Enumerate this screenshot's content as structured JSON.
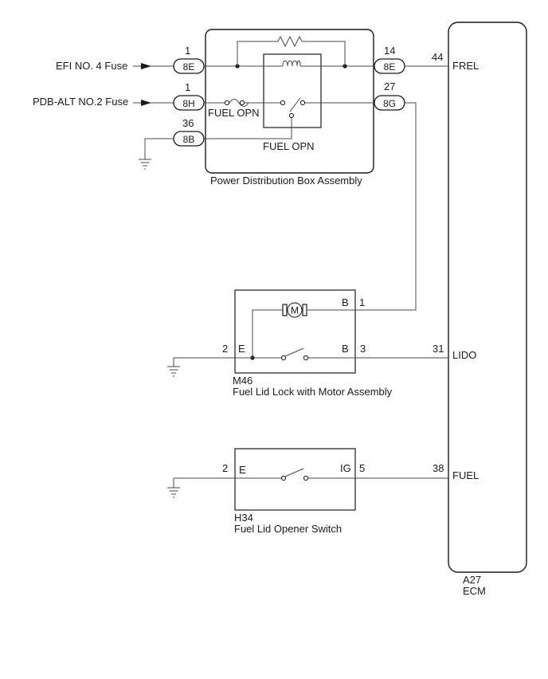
{
  "pdb": {
    "name": "Power Distribution Box Assembly",
    "relay_label": "FUEL OPN",
    "fuse_label": "FUEL OPN"
  },
  "inputs": {
    "efi_fuse": "EFI NO. 4 Fuse",
    "pdb_alt_fuse": "PDB-ALT NO.2 Fuse"
  },
  "connectors": {
    "left_top": "8E",
    "left_mid": "8H",
    "left_bot": "8B",
    "right_top": "8E",
    "right_mid": "8G"
  },
  "pins": {
    "left_top": "1",
    "left_mid": "1",
    "left_bot": "36",
    "right_top": "14",
    "right_mid": "27",
    "ecm_frel": "44",
    "motor_b": "1",
    "motor_e": "2",
    "motor_b2": "3",
    "ecm_lido": "31",
    "sw_e": "2",
    "sw_ig": "5",
    "ecm_fuel": "38"
  },
  "motor_assembly": {
    "code": "M46",
    "name": "Fuel Lid Lock with Motor Assembly",
    "terminal_b_top": "B",
    "terminal_e": "E",
    "terminal_b_bottom": "B",
    "motor_symbol": "M"
  },
  "opener_switch": {
    "code": "H34",
    "name": "Fuel Lid Opener Switch",
    "terminal_e": "E",
    "terminal_ig": "IG"
  },
  "ecm": {
    "code": "A27",
    "name": "ECM",
    "signal_frel": "FREL",
    "signal_lido": "LIDO",
    "signal_fuel": "FUEL"
  }
}
